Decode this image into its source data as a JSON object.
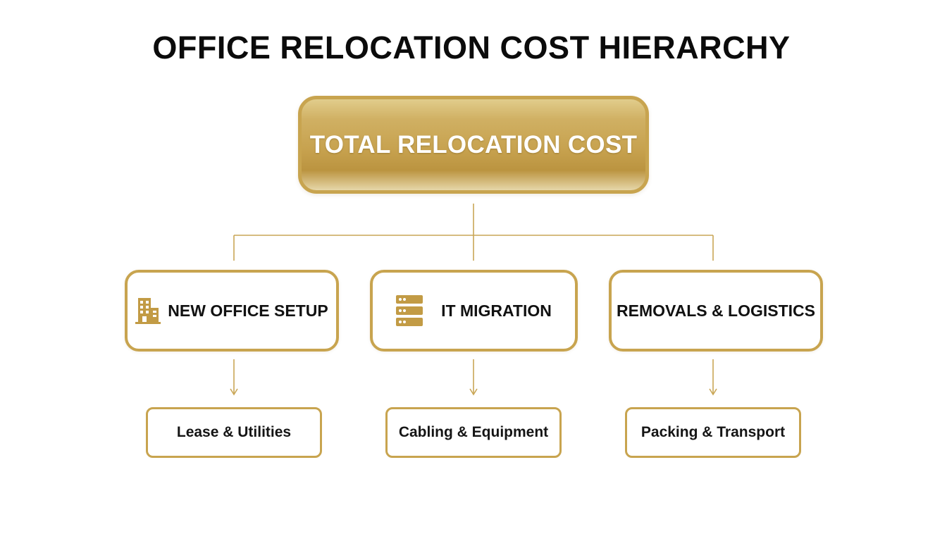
{
  "title": "OFFICE RELOCATION COST HIERARCHY",
  "colors": {
    "accent": "#c8a44f",
    "accent_dark": "#b08a3c",
    "text": "#111111",
    "background": "#ffffff"
  },
  "root": {
    "label": "TOTAL RELOCATION COST"
  },
  "categories": [
    {
      "label": "NEW OFFICE SETUP",
      "icon": "office-building-icon",
      "child": "Lease & Utilities"
    },
    {
      "label": "IT MIGRATION",
      "icon": "server-rack-icon",
      "child": "Cabling & Equipment"
    },
    {
      "label": "REMOVALS & LOGISTICS",
      "icon": "",
      "child": "Packing & Transport"
    }
  ]
}
